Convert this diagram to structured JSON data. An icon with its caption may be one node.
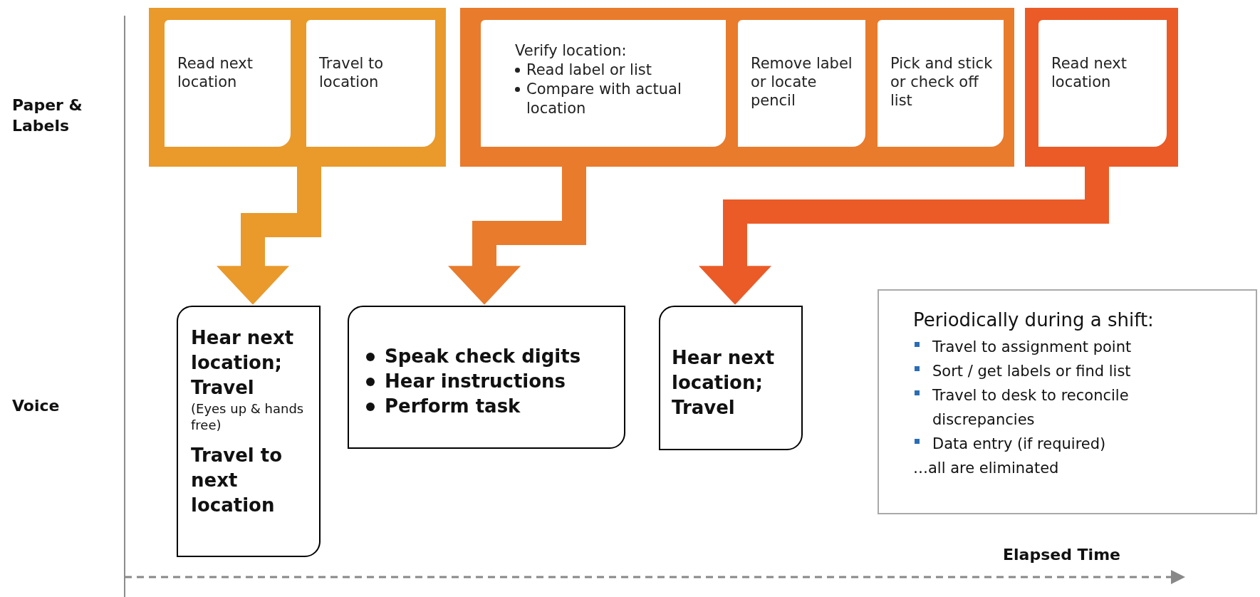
{
  "diagram": {
    "nodes": [
      {
        "text": [],
        "shape": "box"
      },
      {
        "text": [
          "Read next location"
        ],
        "in": 0
      },
      {
        "text": [
          "Travel to location"
        ],
        "in": 0
      },
      {
        "text": [],
        "shape": "box"
      },
      {
        "text": [
          "Verify location:",
          "Read label or list",
          "Compare with actual location"
        ],
        "in": 3
      },
      {
        "text": [
          "Remove label or locate pencil"
        ],
        "in": 3
      },
      {
        "text": [
          "Pick and stick or check off list"
        ],
        "in": 3
      },
      {
        "text": [],
        "shape": "box"
      },
      {
        "text": [
          "Read next location"
        ],
        "in": 7
      },
      {
        "text": [
          "Hear next location; Travel",
          "(Eyes up & hands free)",
          "Travel to next location"
        ]
      },
      {
        "text": [
          "Speak check digits",
          "Hear instructions",
          "Perform task"
        ]
      },
      {
        "text": [
          "Hear next location; Travel"
        ]
      },
      {
        "text": [
          "Periodically during a shift:",
          "Travel to assignment point",
          "Sort / get labels or find list",
          "Travel to desk to reconcile discrepancies",
          "Data entry (if required)",
          "…all are eliminated"
        ]
      }
    ],
    "edges": [
      {
        "from": 0,
        "to": 9,
        "arrow": "to",
        "color": "#e99a2b"
      },
      {
        "from": 3,
        "to": 10,
        "arrow": "to",
        "color": "#e97b2c"
      },
      {
        "from": 7,
        "to": 11,
        "arrow": "to",
        "color": "#eb5b27"
      }
    ],
    "labels": [
      "Paper & Labels",
      "Voice",
      "Elapsed Time"
    ]
  }
}
